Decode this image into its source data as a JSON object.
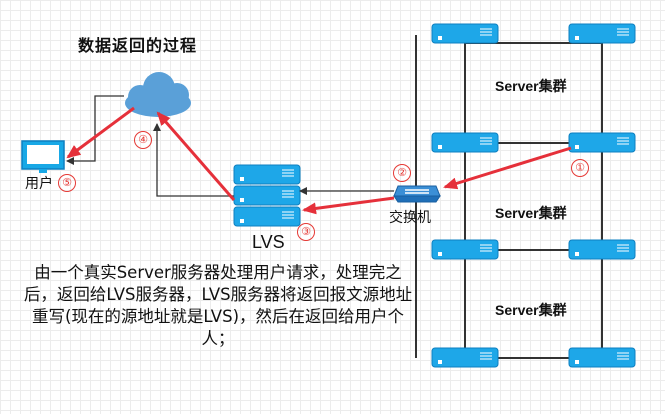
{
  "title": "数据返回的过程",
  "clusters": [
    {
      "label": "Server集群"
    },
    {
      "label": "Server集群"
    },
    {
      "label": "Server集群"
    }
  ],
  "user": {
    "label": "用户"
  },
  "lvs": {
    "label": "LVS"
  },
  "switch": {
    "label": "交换机"
  },
  "steps": [
    "①",
    "②",
    "③",
    "④",
    "⑤"
  ],
  "description": "由一个真实Server服务器处理用户请求，处理完之后，返回给LVS服务器，LVS服务器将返回报文源地址重写(现在的源地址就是LVS)，然后在返回给用户个人；",
  "colors": {
    "server_fill": "#1ea7e8",
    "server_stroke": "#0d7fc0",
    "arrow_red": "#e5303a",
    "line_dark": "#333333",
    "cloud_fill": "#5aa0d8",
    "monitor": "#18a8e6"
  }
}
